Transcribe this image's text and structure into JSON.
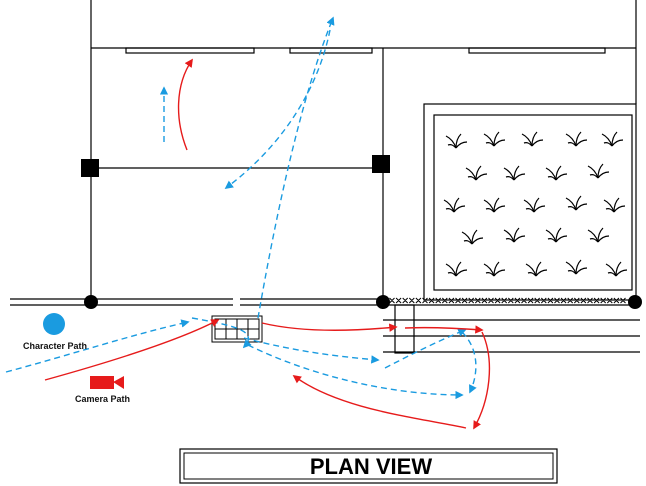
{
  "legend": {
    "character_path_label": "Character Path",
    "camera_path_label": "Camera Path"
  },
  "title": "PLAN VIEW",
  "colors": {
    "character_path": "#1a9be0",
    "camera_path": "#e61b1b",
    "walls": "#000000",
    "background": "#ffffff"
  },
  "icons": {
    "character_marker": "blue-circle",
    "camera_marker": "red-camera",
    "vegetation": "grass-tuft"
  }
}
